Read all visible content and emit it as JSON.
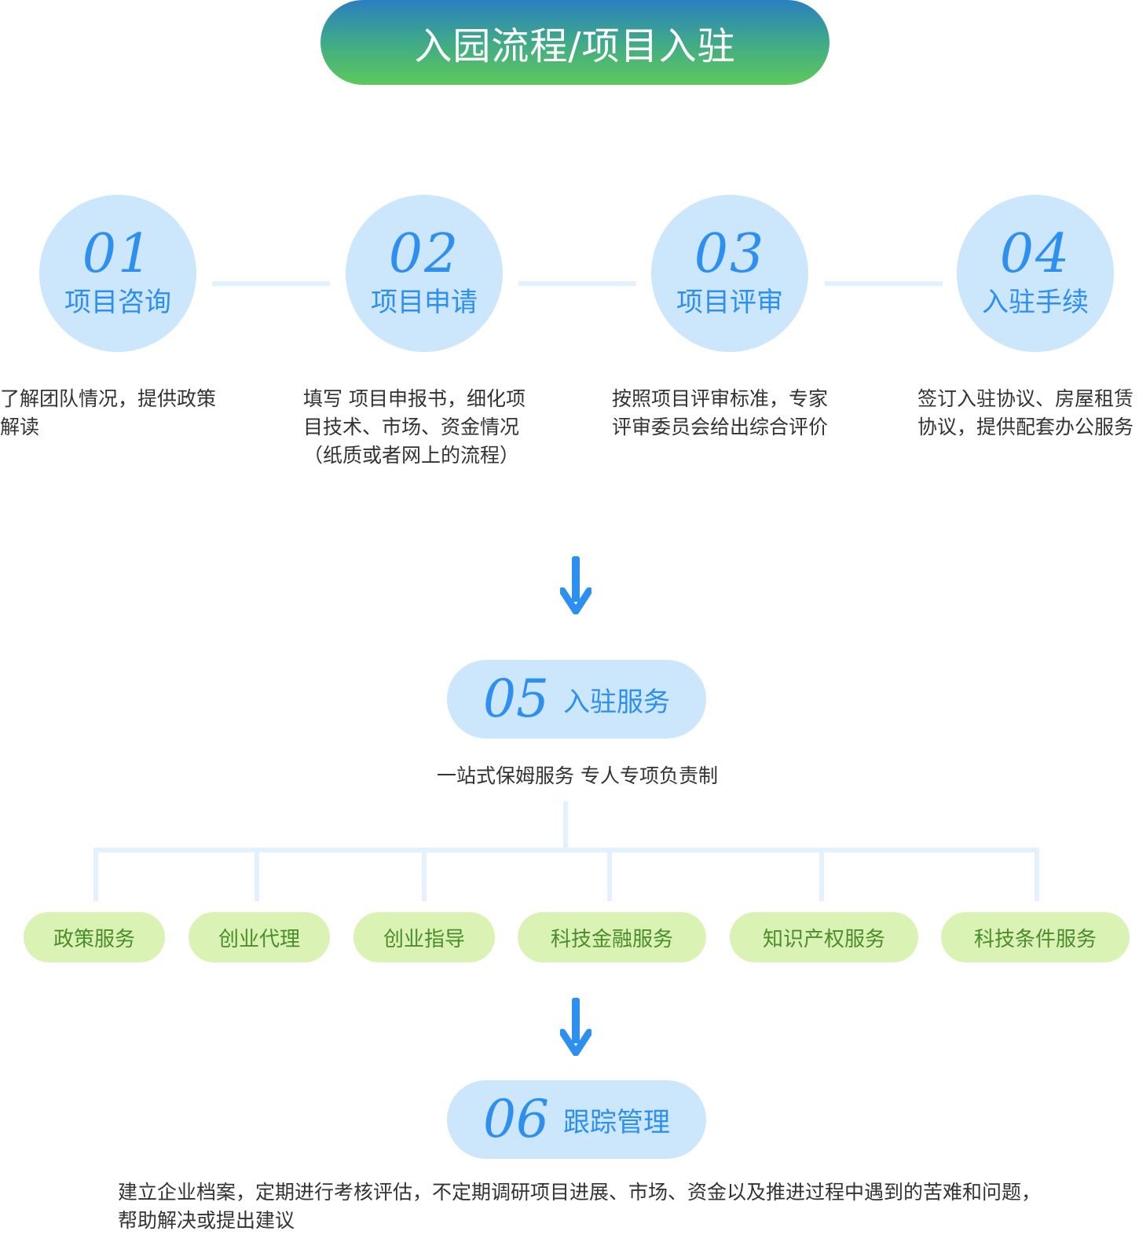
{
  "title": "入园流程/项目入驻",
  "steps": [
    {
      "num": "01",
      "label": "项目咨询",
      "desc": "了解团队情况，提供政策解读"
    },
    {
      "num": "02",
      "label": "项目申请",
      "desc": "填写 项目申报书，细化项目技术、市场、资金情况（纸质或者网上的流程）"
    },
    {
      "num": "03",
      "label": "项目评审",
      "desc": "按照项目评审标准，专家评审委员会给出综合评价"
    },
    {
      "num": "04",
      "label": "入驻手续",
      "desc": "签订入驻协议、房屋租赁协议，提供配套办公服务"
    }
  ],
  "step5": {
    "num": "05",
    "label": "入驻服务",
    "subtitle": "一站式保姆服务 专人专项负责制"
  },
  "services": [
    "政策服务",
    "创业代理",
    "创业指导",
    "科技金融服务",
    "知识产权服务",
    "科技条件服务"
  ],
  "step6": {
    "num": "06",
    "label": "跟踪管理",
    "desc": "建立企业档案，定期进行考核评估，不定期调研项目进展、市场、资金以及推进过程中遇到的苦难和问题，帮助解决或提出建议"
  },
  "colors": {
    "accent_blue": "#2d8ff0",
    "circle_bg": "#cce6fc",
    "service_bg": "#daf3b5",
    "service_text": "#4a8d2a"
  }
}
